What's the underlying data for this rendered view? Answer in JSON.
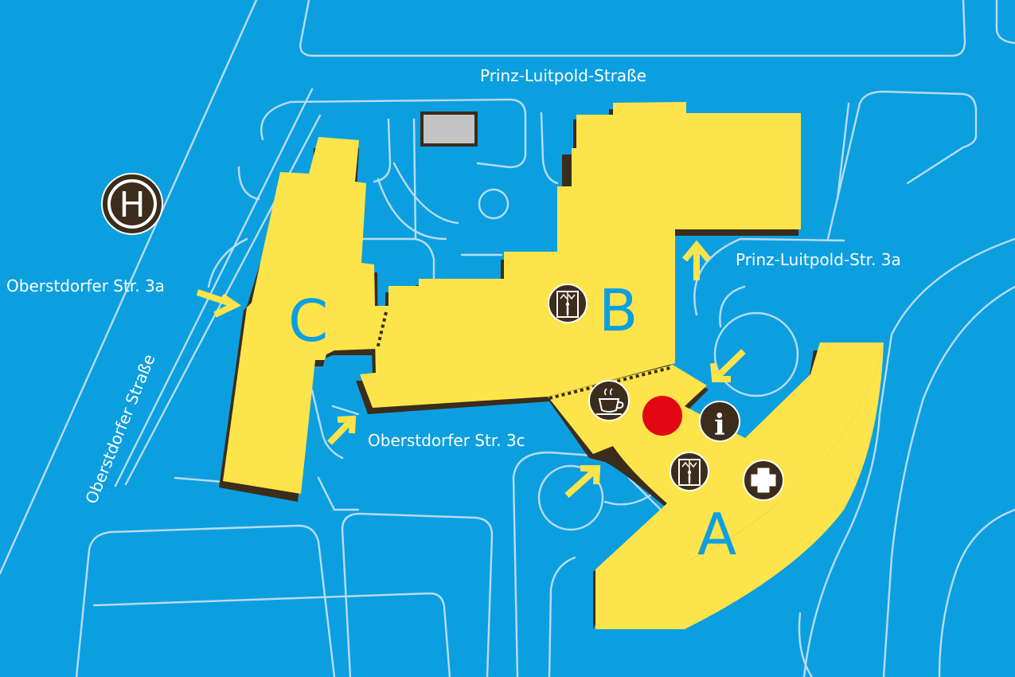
{
  "map": {
    "streets": {
      "north": "Prinz-Luitpold-Straße",
      "west": "Oberstdorfer Straße"
    },
    "addresses": {
      "west_entrance": "Oberstdorfer Str. 3a",
      "south_entrance": "Oberstdorfer Str. 3c",
      "east_entrance": "Prinz-Luitpold-Str. 3a"
    },
    "buildings": {
      "a": "A",
      "b": "B",
      "c": "C"
    },
    "icons": {
      "helipad": "H",
      "info": "i",
      "elevator": "elevator-icon",
      "cafe": "coffee-cup-icon",
      "first_aid": "cross-icon",
      "location": "you-are-here-marker"
    },
    "colors": {
      "background": "#0c9fe0",
      "building": "#fde44b",
      "building_shadow": "#3b2c1c",
      "road_outline": "#b9dcf2",
      "you_are_here": "#e30613",
      "icon_bg": "#3b2c1c"
    }
  }
}
